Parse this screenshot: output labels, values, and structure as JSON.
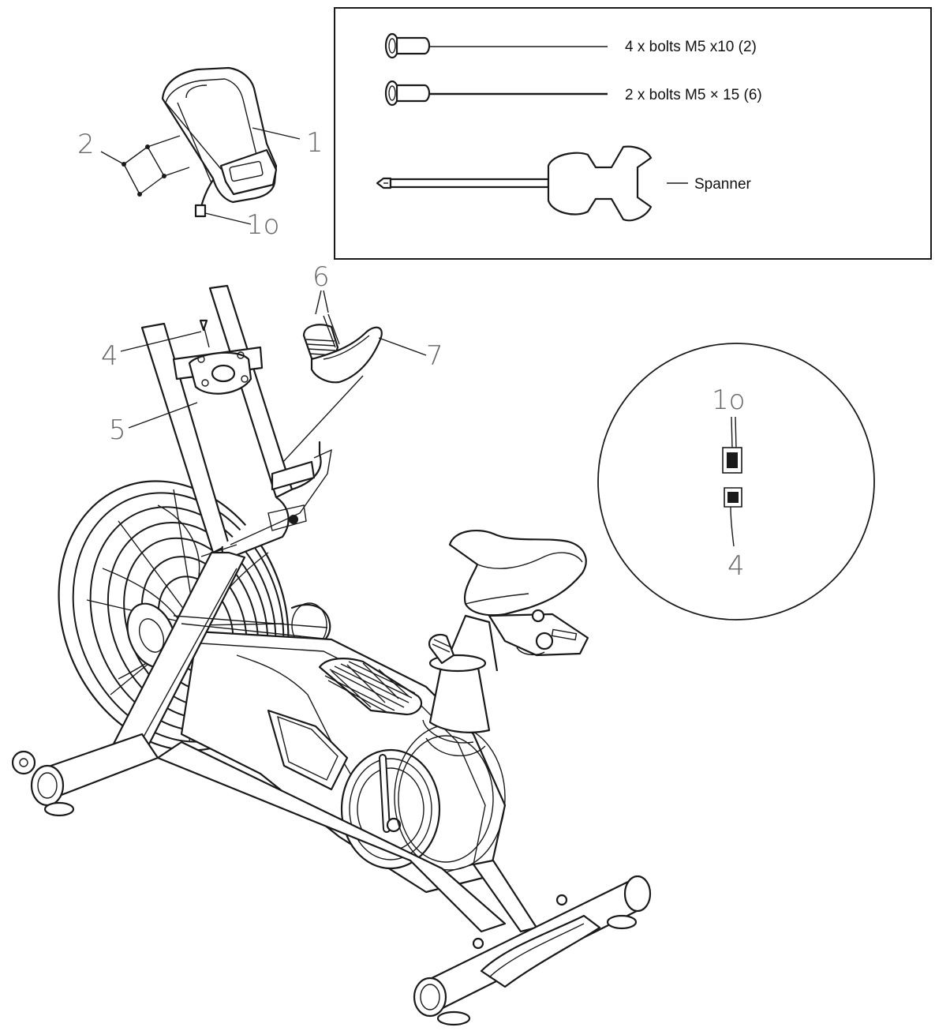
{
  "hardware_box": {
    "bolt_m5x10": "4 x bolts M5 x10 (2)",
    "bolt_m5x15": "2 x bolts M5 × 15 (6)",
    "spanner": "Spanner"
  },
  "callouts": {
    "c1": "1",
    "c2": "2",
    "c10": "1o",
    "c4": "4",
    "c5": "5",
    "c6": "6",
    "c7": "7",
    "detail_top": "1o",
    "detail_bottom": "4"
  }
}
